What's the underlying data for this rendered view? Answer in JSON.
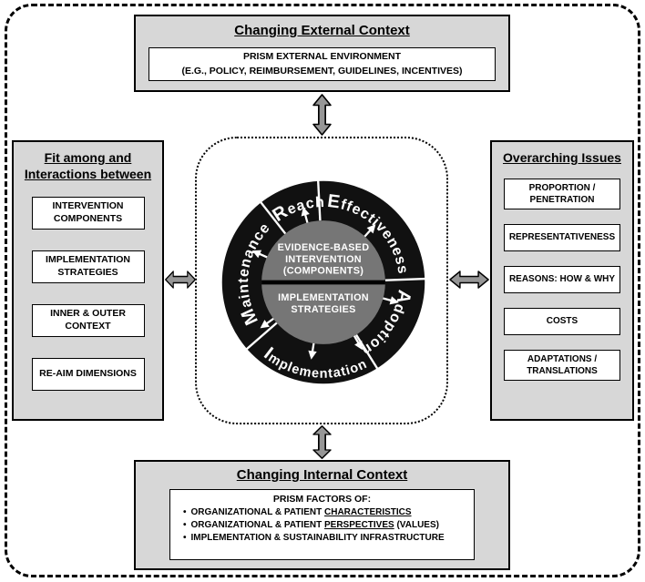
{
  "colors": {
    "panel_bg": "#d7d7d7",
    "box_bg": "#ffffff",
    "ring_black": "#111111",
    "inner_gray": "#767676",
    "arrow_gray": "#969696",
    "ring_text": "#ffffff"
  },
  "icons": {
    "connector_arrow": "double-headed-arrow",
    "ring_flow_arrow": "small-double-headed-arrow"
  },
  "top_panel": {
    "title": "Changing External Context",
    "line1": "PRISM EXTERNAL ENVIRONMENT",
    "line2": "(E.G., POLICY, REIMBURSEMENT, GUIDELINES, INCENTIVES)"
  },
  "left_panel": {
    "title_line1": "Fit among and",
    "title_line2": "Interactions between",
    "items": [
      "INTERVENTION COMPONENTS",
      "IMPLEMENTATION STRATEGIES",
      "INNER & OUTER CONTEXT",
      "RE-AIM DIMENSIONS"
    ]
  },
  "right_panel": {
    "title": "Overarching Issues",
    "items": [
      "PROPORTION / PENETRATION",
      "REPRESENTATIVENESS",
      "REASONS: HOW & WHY",
      "COSTS",
      "ADAPTATIONS / TRANSLATIONS"
    ]
  },
  "bottom_panel": {
    "title": "Changing Internal Context",
    "box_title": "PRISM FACTORS OF:",
    "bullet": "•",
    "factors": [
      {
        "pre": "ORGANIZATIONAL & PATIENT ",
        "underlined": "CHARACTERISTICS",
        "post": ""
      },
      {
        "pre": "ORGANIZATIONAL & PATIENT ",
        "underlined": "PERSPECTIVES",
        "post": " (VALUES)"
      },
      {
        "pre": "IMPLEMENTATION & SUSTAINABILITY INFRASTRUCTURE",
        "underlined": "",
        "post": ""
      }
    ]
  },
  "wheel": {
    "segments": {
      "reach": {
        "initial": "R",
        "rest": "each"
      },
      "effectiveness": {
        "initial": "E",
        "rest": "ffectiveness"
      },
      "adoption": {
        "initial": "A",
        "rest": "doption"
      },
      "implementation": {
        "initial": "I",
        "rest": "mplementation"
      },
      "maintenance": {
        "initial": "M",
        "rest": "aintenance"
      }
    },
    "core_top_lines": [
      "EVIDENCE-BASED",
      "INTERVENTION",
      "(COMPONENTS)"
    ],
    "core_bottom_lines": [
      "IMPLEMENTATION",
      "STRATEGIES"
    ]
  }
}
